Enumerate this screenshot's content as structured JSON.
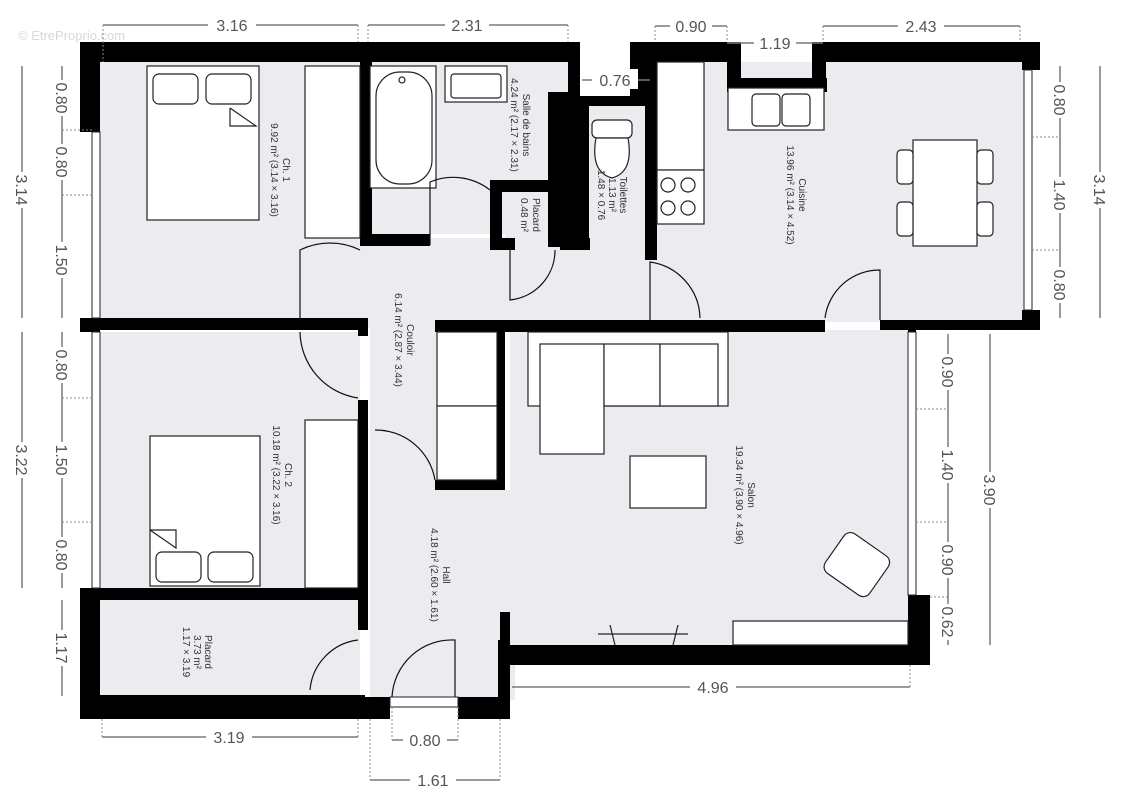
{
  "watermark": "© EtreProprio.com",
  "rooms": {
    "ch1": {
      "name": "Ch. 1",
      "area": "9.92 m² (3.14 × 3.16)"
    },
    "salle_de_bains": {
      "name": "Salle de bains",
      "area": "4.24 m² (2.17 × 2.31)"
    },
    "placard_small": {
      "name": "Placard",
      "area": "0.48 m²"
    },
    "toilettes": {
      "name": "Toilettes",
      "area": "1.13 m²",
      "dims": "1.48 × 0.76"
    },
    "cuisine": {
      "name": "Cuisine",
      "area": "13.96 m² (3.14 × 4.52)"
    },
    "couloir": {
      "name": "Couloir",
      "area": "6.14 m² (2.87 × 3.44)"
    },
    "ch2": {
      "name": "Ch. 2",
      "area": "10.18 m² (3.22 × 3.16)"
    },
    "salon": {
      "name": "Salon",
      "area": "19.34 m² (3.90 × 4.96)"
    },
    "hall": {
      "name": "Hall",
      "area": "4.18 m² (2.60 × 1.61)"
    },
    "placard_large": {
      "name": "Placard",
      "area": "3.73 m²",
      "dims": "1.17 × 3.19"
    }
  },
  "dimensions": {
    "top": [
      "3.16",
      "2.31",
      "0.76",
      "0.90",
      "1.19",
      "2.43"
    ],
    "left_upper": {
      "total": "3.14",
      "segments": [
        "0.80",
        "0.80",
        "1.50"
      ]
    },
    "left_lower": {
      "total": "3.22",
      "segments": [
        "0.80",
        "1.50",
        "0.80"
      ],
      "placard": "1.17"
    },
    "right_upper": {
      "total": "3.14",
      "segments": [
        "0.80",
        "1.40",
        "0.80"
      ]
    },
    "right_lower": {
      "total": "3.90",
      "segments": [
        "0.90",
        "1.40",
        "0.90",
        "0.62"
      ]
    },
    "bottom": {
      "placard": "3.19",
      "door": "0.80",
      "hall": "1.61",
      "salon": "4.96"
    }
  },
  "colors": {
    "floor": "#ecebf0",
    "wall": "#000000",
    "dimension": "#7a7a7a"
  }
}
